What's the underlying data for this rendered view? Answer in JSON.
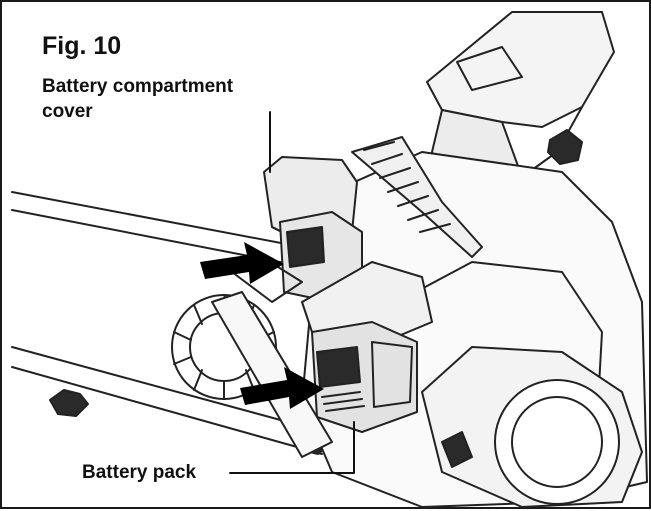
{
  "figure": {
    "title": "Fig. 10"
  },
  "callouts": {
    "cover_line1": "Battery compartment",
    "cover_line2": "cover",
    "pack": "Battery pack"
  },
  "colors": {
    "ink": "#111111",
    "arrow": "#000000",
    "paper": "#ffffff"
  },
  "icons": {
    "arrow_upper": "right-arrow-icon",
    "arrow_lower": "right-arrow-icon"
  }
}
